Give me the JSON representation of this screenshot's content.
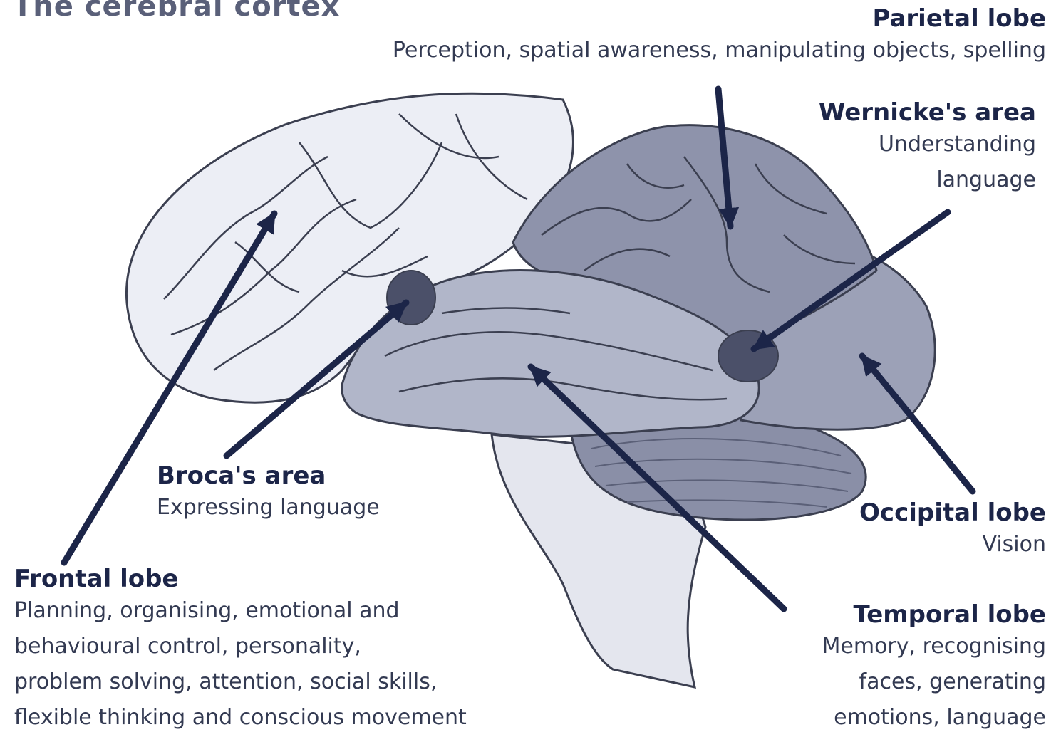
{
  "title": "The cerebral cortex",
  "regions": {
    "parietal": {
      "name": "Parietal lobe",
      "desc": "Perception, spatial awareness, manipulating objects, spelling"
    },
    "wernicke": {
      "name": "Wernicke's area",
      "desc_lines": [
        "Understanding",
        "language"
      ]
    },
    "broca": {
      "name": "Broca's area",
      "desc": "Expressing language"
    },
    "frontal": {
      "name": "Frontal lobe",
      "desc_lines": [
        "Planning, organising, emotional and",
        "behavioural control, personality,",
        "problem solving, attention, social skills,",
        "flexible thinking and conscious movement"
      ]
    },
    "occipital": {
      "name": "Occipital lobe",
      "desc": "Vision"
    },
    "temporal": {
      "name": "Temporal lobe",
      "desc_lines": [
        "Memory, recognising",
        "faces, generating",
        "emotions, language"
      ]
    }
  },
  "colors": {
    "arrow": "#1c2548",
    "frontal_fill": "#eceef5",
    "parietal_fill": "#8e93ab",
    "temporal_fill": "#b1b6c9",
    "occipital_fill": "#9ca1b7",
    "cerebellum_fill": "#8a8fa7",
    "brainstem_fill": "#e4e6ee",
    "area_spot": "#4b5069",
    "outline": "#3b3f50"
  }
}
